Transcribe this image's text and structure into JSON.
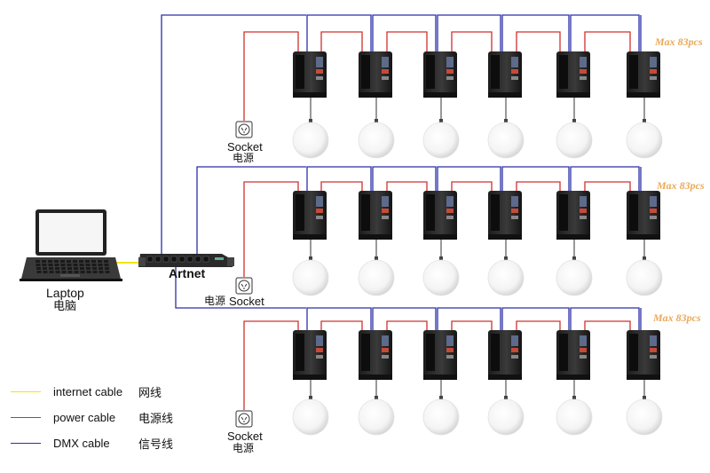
{
  "laptop": {
    "label": "Laptop",
    "label_cn": "电脑"
  },
  "controller": {
    "label": "Artnet"
  },
  "rows": [
    {
      "max": "Max 83pcs",
      "socket_label": "Socket",
      "socket_cn": "电源"
    },
    {
      "max": "Max 83pcs",
      "socket_label": "Socket",
      "socket_cn": "电源"
    },
    {
      "max": "Max 83pcs",
      "socket_label": "Socket",
      "socket_cn": "电源"
    }
  ],
  "legend": [
    {
      "label": "internet cable",
      "cn": "网线",
      "color": "#f2e600"
    },
    {
      "label": "power cable",
      "cn": "电源线",
      "color": "#d0312d"
    },
    {
      "label": "DMX cable",
      "cn": "信号线",
      "color": "#2b2fa8"
    }
  ],
  "colors": {
    "dmx": "#2b2fa8",
    "power": "#d0312d",
    "internet": "#f2e600",
    "max_label": "#e9a95a"
  },
  "icons": {
    "unit": "kinetic-winch-unit-icon",
    "ball": "led-ball-icon",
    "socket": "power-socket-icon",
    "laptop": "laptop-icon",
    "controller": "artnet-controller-icon"
  }
}
